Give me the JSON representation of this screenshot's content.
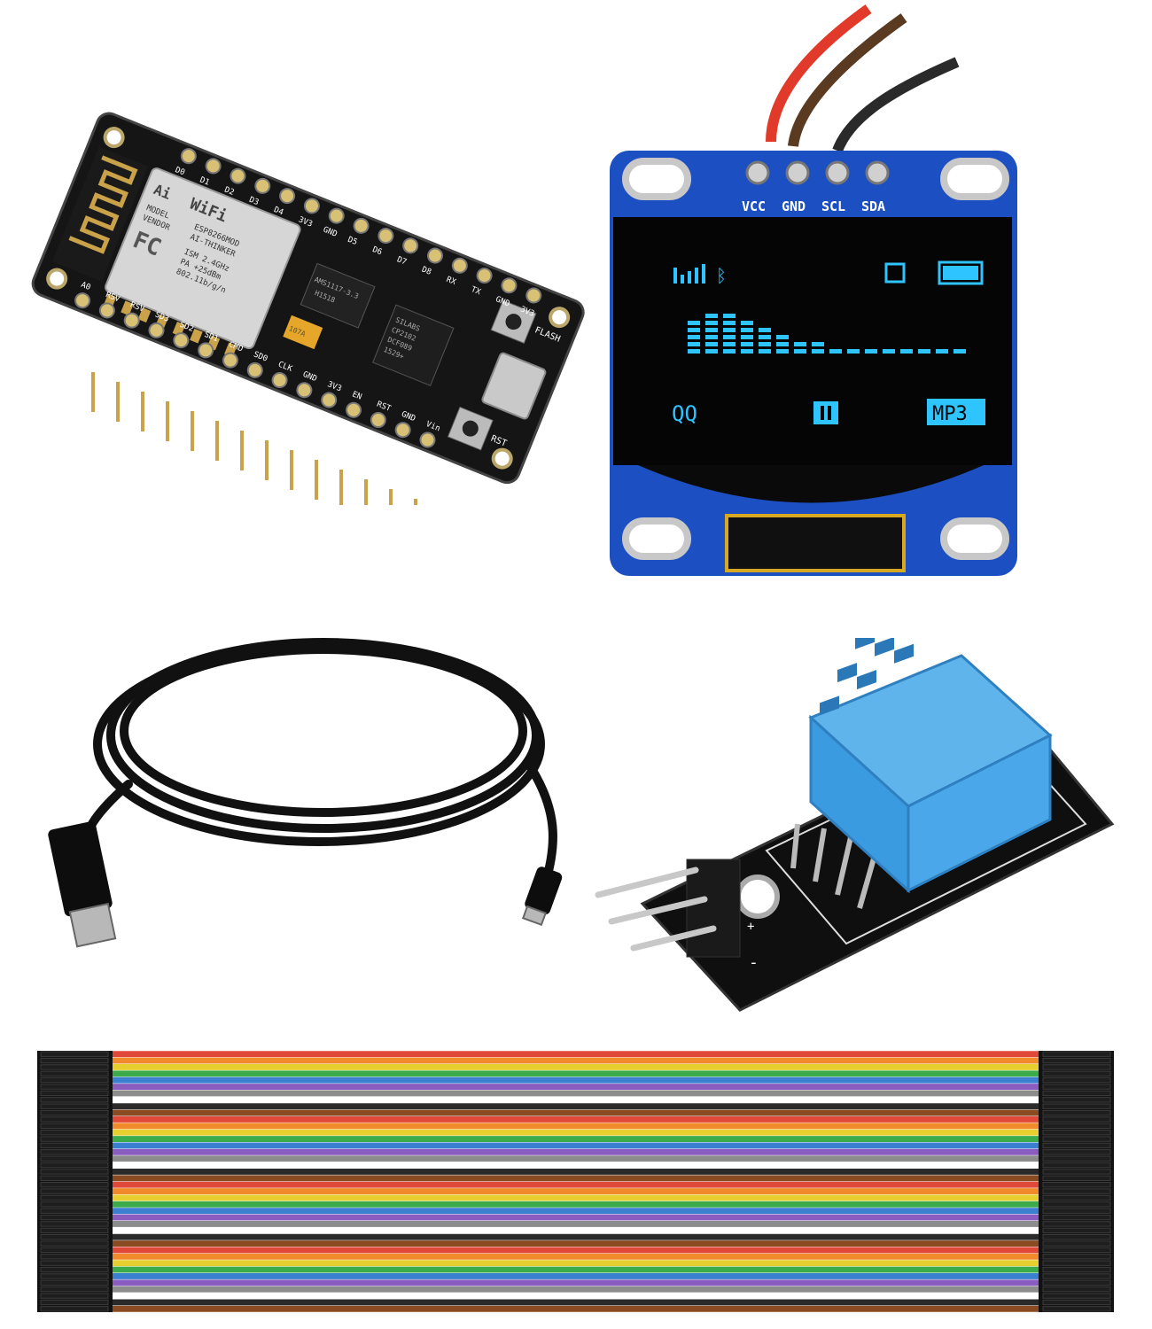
{
  "nodemcu": {
    "top_pins": [
      "D0",
      "D1",
      "D2",
      "D3",
      "D4",
      "3V3",
      "GND",
      "D5",
      "D6",
      "D7",
      "D8",
      "RX",
      "TX",
      "GND",
      "3V3"
    ],
    "bottom_pins": [
      "A0",
      "RSV",
      "RSV",
      "SD3",
      "SD2",
      "SD1",
      "CMD",
      "SD0",
      "CLK",
      "GND",
      "3V3",
      "EN",
      "RST",
      "GND",
      "Vin"
    ],
    "module_lines": [
      "MODEL",
      "VENDOR",
      "ESP8266MOD",
      "AI-THINKER",
      "ISM 2.4GHz",
      "PA +25dBm",
      "802.11b/g/n"
    ],
    "wifi_logo": "WiFi",
    "ai_logo": "Ai",
    "fc_mark": "FC",
    "regulator": [
      "AMS1117-3.3",
      "H1518"
    ],
    "usb_chip": [
      "SILABS",
      "CP2102",
      "DCF089",
      "1529+"
    ],
    "cap_label": "107A",
    "flash_label": "FLASH",
    "rst_label": "RST"
  },
  "oled": {
    "pins": [
      "VCC",
      "GND",
      "SCL",
      "SDA"
    ],
    "left_text": "QQ",
    "right_text": "MP3",
    "display_color": "#2ec4ff",
    "board_color": "#1c4fc2"
  },
  "dht": {
    "sensor_color": "#3b9be0",
    "plus": "+",
    "minus": "-"
  },
  "jumpers": {
    "colors": [
      "#e0483a",
      "#f08a2a",
      "#e8cf30",
      "#3cab4a",
      "#3b7fd0",
      "#8a5cc0",
      "#8c8c8c",
      "#ffffff",
      "#2a2a2a",
      "#8a4a22",
      "#e0483a",
      "#f08a2a",
      "#e8cf30",
      "#3cab4a",
      "#3b7fd0",
      "#8a5cc0",
      "#8c8c8c",
      "#ffffff",
      "#2a2a2a",
      "#8a4a22",
      "#e0483a",
      "#f08a2a",
      "#e8cf30",
      "#3cab4a",
      "#3b7fd0",
      "#8a5cc0",
      "#8c8c8c",
      "#ffffff",
      "#2a2a2a",
      "#8a4a22",
      "#e0483a",
      "#f08a2a",
      "#e8cf30",
      "#3cab4a",
      "#3b7fd0",
      "#8a5cc0",
      "#8c8c8c",
      "#ffffff",
      "#2a2a2a",
      "#8a4a22"
    ]
  },
  "usb_cable": {
    "color": "#111111"
  }
}
